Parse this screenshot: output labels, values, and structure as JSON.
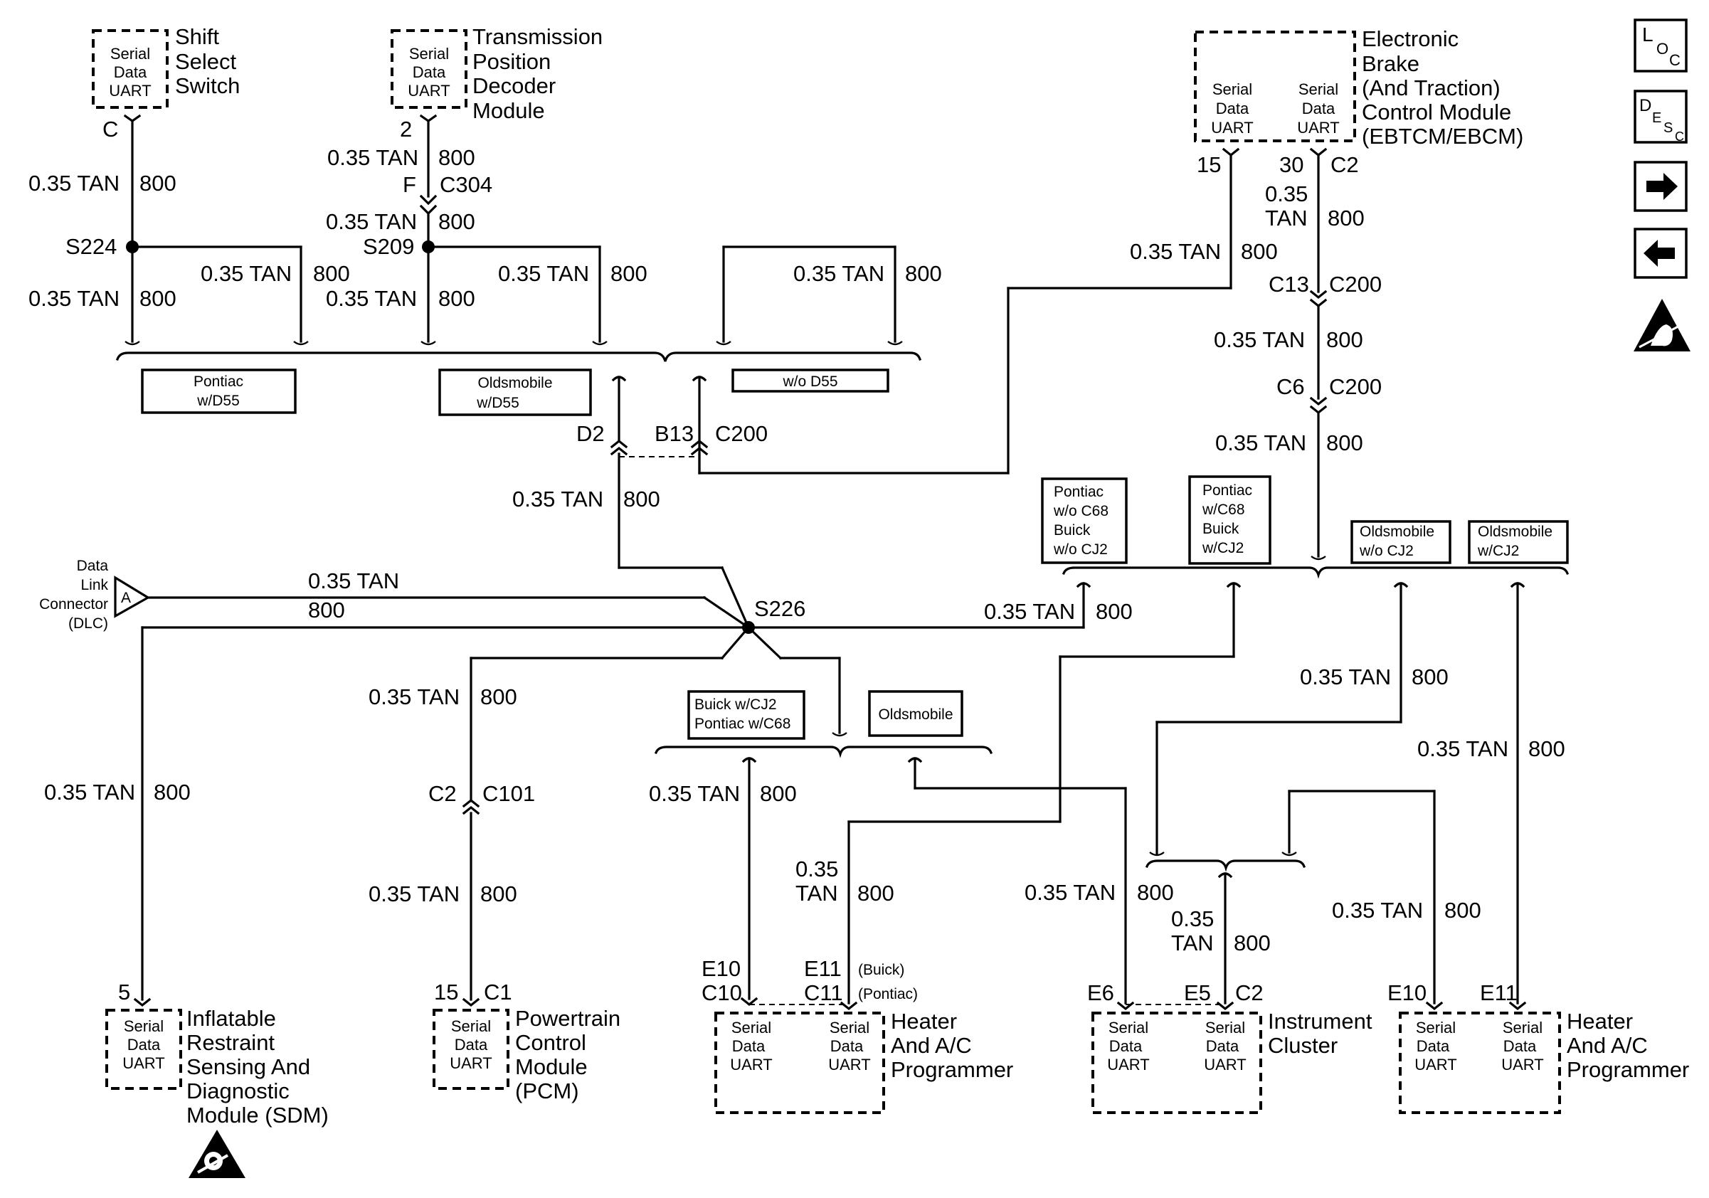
{
  "modules": {
    "shift": {
      "uart": [
        "Serial",
        "Data",
        "UART"
      ],
      "name": [
        "Shift",
        "Select",
        "Switch"
      ],
      "pin": "C"
    },
    "tpdm": {
      "uart": [
        "Serial",
        "Data",
        "UART"
      ],
      "name": [
        "Transmission",
        "Position",
        "Decoder",
        "Module"
      ],
      "pin": "2"
    },
    "ebtcm": {
      "uart1": [
        "Serial",
        "Data",
        "UART"
      ],
      "uart2": [
        "Serial",
        "Data",
        "UART"
      ],
      "name": [
        "Electronic",
        "Brake",
        "(And Traction)",
        "Control Module",
        "(EBTCM/EBCM)"
      ],
      "pin1": "15",
      "pin2": "30",
      "conn": "C2"
    },
    "sdm": {
      "uart": [
        "Serial",
        "Data",
        "UART"
      ],
      "name": [
        "Inflatable",
        "Restraint",
        "Sensing And",
        "Diagnostic",
        "Module (SDM)"
      ],
      "pin": "5"
    },
    "pcm": {
      "uart": [
        "Serial",
        "Data",
        "UART"
      ],
      "name": [
        "Powertrain",
        "Control",
        "Module",
        "(PCM)"
      ],
      "pin": "15",
      "conn": "C1"
    },
    "hvac1": {
      "uart1": [
        "Serial",
        "Data",
        "UART"
      ],
      "uart2": [
        "Serial",
        "Data",
        "UART"
      ],
      "name": [
        "Heater",
        "And A/C",
        "Programmer"
      ],
      "pinA": [
        "E10",
        "C10"
      ],
      "pinB": [
        "E11",
        "C11"
      ],
      "noteB": [
        "(Buick)",
        "(Pontiac)"
      ]
    },
    "ipc": {
      "uart1": [
        "Serial",
        "Data",
        "UART"
      ],
      "uart2": [
        "Serial",
        "Data",
        "UART"
      ],
      "name": [
        "Instrument",
        "Cluster"
      ],
      "pinA": "E6",
      "pinB": "E5",
      "conn": "C2"
    },
    "hvac2": {
      "uart1": [
        "Serial",
        "Data",
        "UART"
      ],
      "uart2": [
        "Serial",
        "Data",
        "UART"
      ],
      "name": [
        "Heater",
        "And A/C",
        "Programmer"
      ],
      "pinA": "E10",
      "pinB": "E11"
    }
  },
  "dlc": {
    "name": [
      "Data",
      "Link",
      "Connector",
      "(DLC)"
    ],
    "pin": "A"
  },
  "wire": {
    "gauge": "0.35 TAN",
    "gauge_a": "0.35",
    "gauge_b": "TAN",
    "circuit": "800"
  },
  "splices": {
    "s224": "S224",
    "s209": "S209",
    "s226": "S226"
  },
  "connectors": {
    "f": "F",
    "c304": "C304",
    "c13": "C13",
    "c200": "C200",
    "c6": "C6",
    "d2": "D2",
    "b13": "B13",
    "c2": "C2",
    "c101": "C101"
  },
  "options": {
    "pontiac_d55": [
      "Pontiac",
      "w/D55"
    ],
    "olds_d55": [
      "Oldsmobile",
      "w/D55"
    ],
    "wo_d55": [
      "w/o D55"
    ],
    "pont_wo_c68": [
      "Pontiac",
      "w/o C68",
      "Buick",
      "w/o CJ2"
    ],
    "pont_w_c68": [
      "Pontiac",
      "w/C68",
      "Buick",
      "w/CJ2"
    ],
    "olds_wo_cj2": [
      "Oldsmobile",
      "w/o CJ2"
    ],
    "olds_w_cj2": [
      "Oldsmobile",
      "w/CJ2"
    ],
    "buick_cj2": [
      "Buick w/CJ2",
      "Pontiac w/C68"
    ],
    "olds": [
      "Oldsmobile"
    ]
  },
  "icons": {
    "loc": {
      "big1": "L",
      "sub1": "O",
      "sub2": "C"
    },
    "desc": {
      "big1": "D",
      "sub1": "E",
      "sub2": "S",
      "sub3": "C"
    }
  }
}
